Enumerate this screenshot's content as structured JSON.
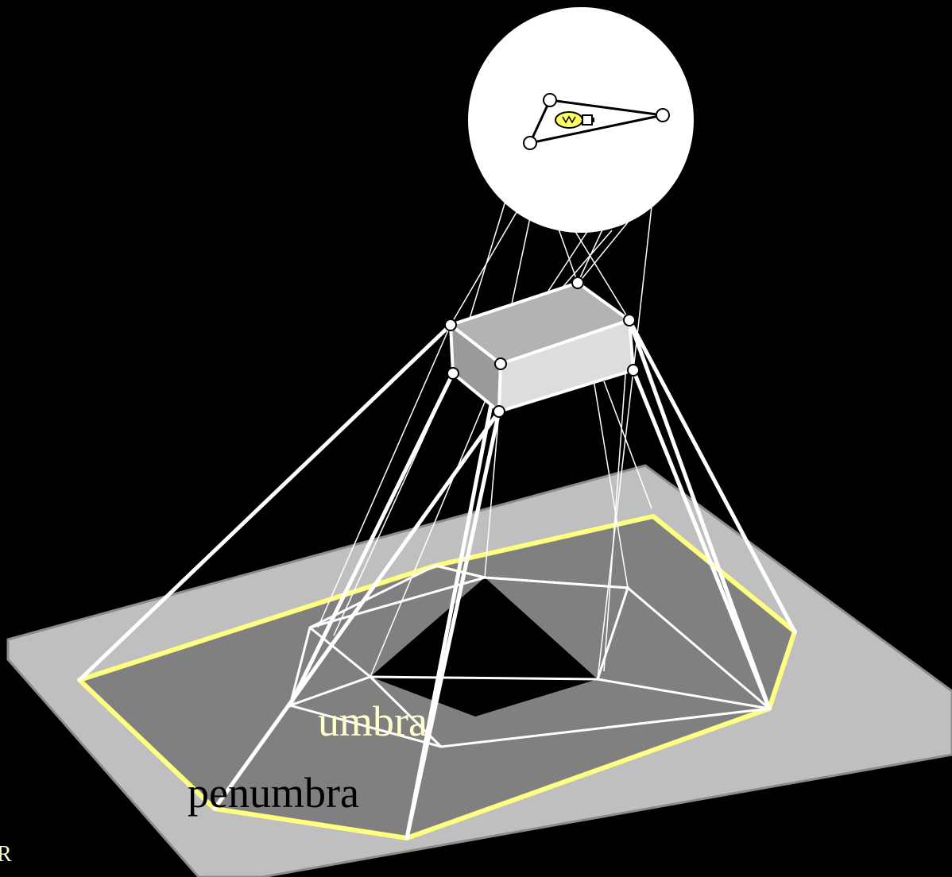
{
  "labels": {
    "umbra": "umbra",
    "penumbra": "penumbra",
    "corner": "R"
  },
  "colors": {
    "background": "#000000",
    "ground": "#bfbfbf",
    "penumbra": "#808080",
    "umbra": "#000000",
    "penumbra_outline": "#ffff80",
    "umbra_label": "#ffffcc",
    "penumbra_label": "#000000",
    "light_disc": "#ffffff",
    "box_top": "#b3b3b3",
    "box_front": "#dddddd",
    "box_side": "#9a9a9a",
    "bulb": "#ffff66"
  },
  "icons": {
    "light": "light-bulb-icon",
    "handles": "control-point-icon"
  }
}
